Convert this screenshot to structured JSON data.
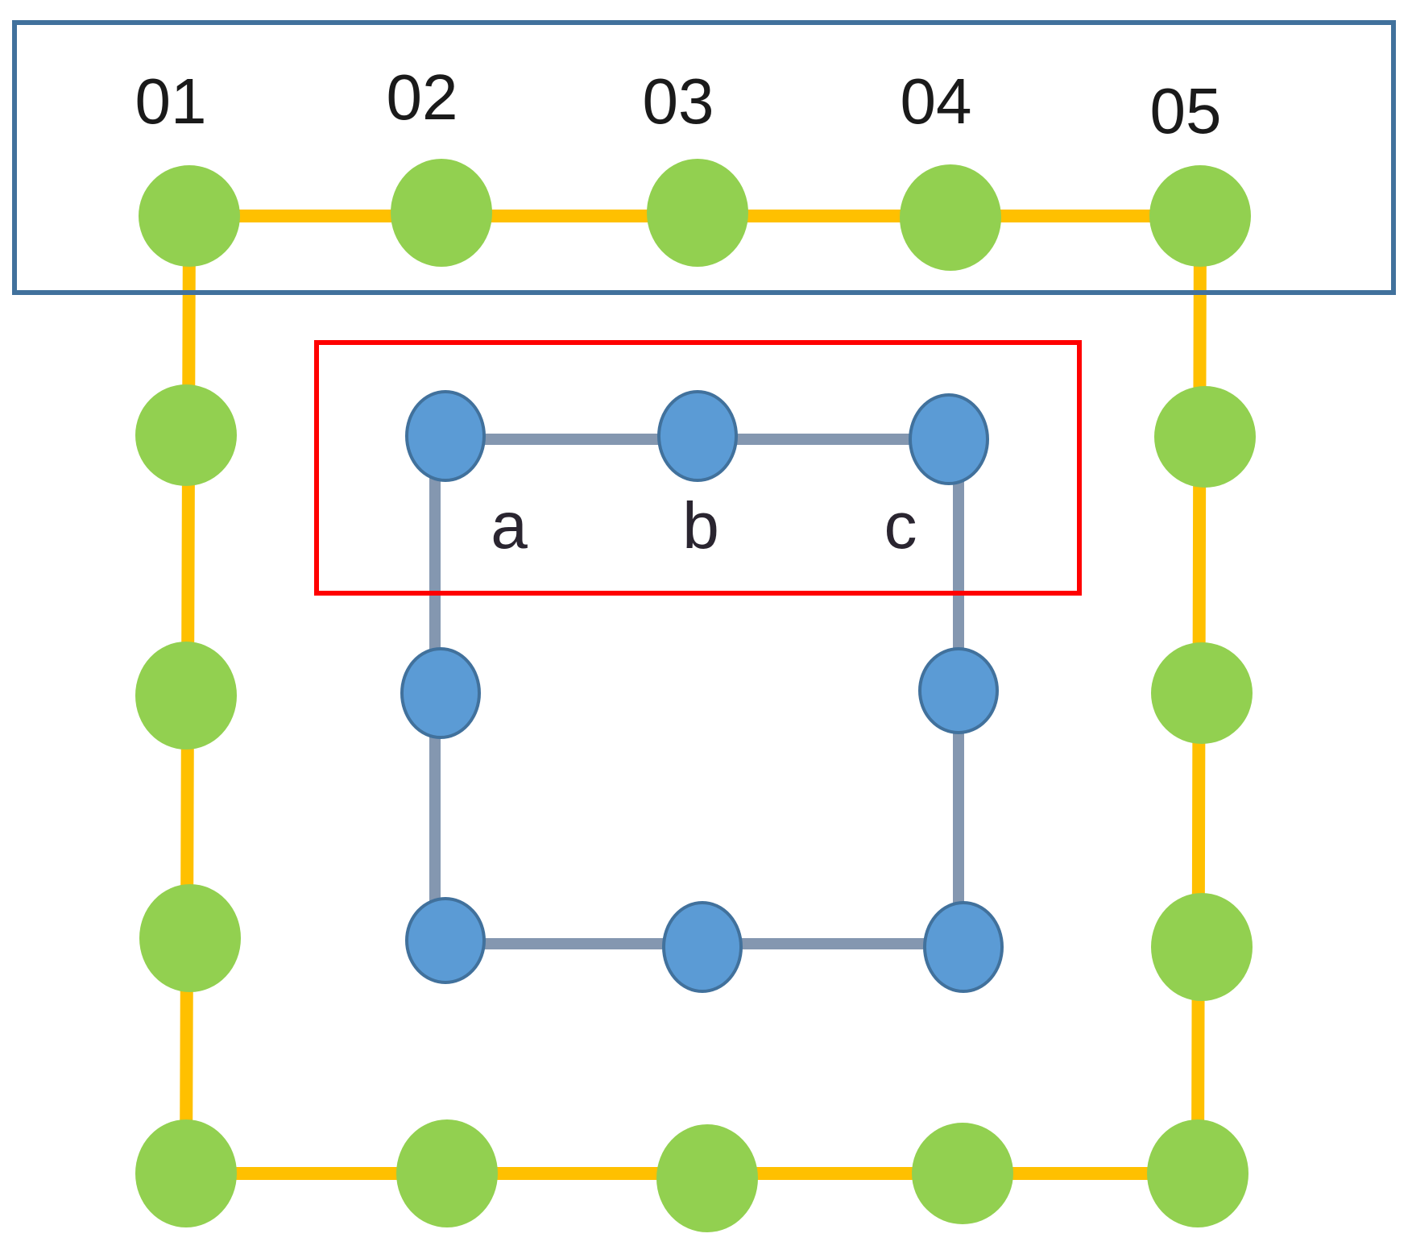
{
  "colors": {
    "outer_node": "#92d050",
    "outer_edge": "#ffc000",
    "inner_node": "#5b9bd5",
    "inner_node_stroke": "#41719c",
    "inner_edge": "#8497b0",
    "top_highlight_box": "#41719c",
    "inner_highlight_box": "#ff0000"
  },
  "top_labels": [
    {
      "text": "01"
    },
    {
      "text": "02"
    },
    {
      "text": "03"
    },
    {
      "text": "04"
    },
    {
      "text": "05"
    }
  ],
  "inner_labels": [
    {
      "text": "a"
    },
    {
      "text": "b"
    },
    {
      "text": "c"
    }
  ],
  "outer_nodes": 16,
  "inner_nodes": 8
}
